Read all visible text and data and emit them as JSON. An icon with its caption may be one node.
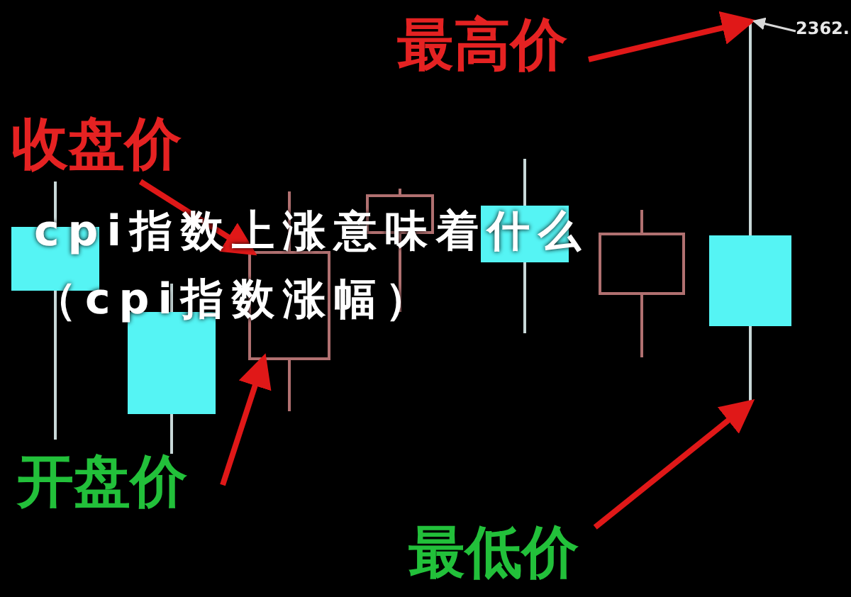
{
  "diagram": {
    "title": "cpi指数上涨意味着什么（cpi指数涨幅）",
    "nodes": [
      {
        "text": [
          "最高价"
        ]
      },
      {
        "text": [
          "收盘价"
        ]
      },
      {
        "text": [
          "开盘价"
        ]
      },
      {
        "text": [
          "最低价"
        ]
      },
      {
        "text": [
          "2362."
        ]
      },
      {
        "text": [],
        "shape": "box"
      },
      {
        "text": [],
        "shape": "box"
      },
      {
        "text": [],
        "shape": "box"
      },
      {
        "text": [],
        "shape": "box"
      },
      {
        "text": [],
        "shape": "box"
      },
      {
        "text": [],
        "shape": "box"
      },
      {
        "text": [],
        "shape": "box"
      }
    ],
    "edges": [
      {
        "from": 0,
        "to": 11,
        "arrow": "to"
      },
      {
        "from": 4,
        "to": 11,
        "arrow": "to",
        "color": "#d8d8d8"
      },
      {
        "from": 1,
        "to": 7,
        "arrow": "to"
      },
      {
        "from": 2,
        "to": 7,
        "arrow": "to"
      },
      {
        "from": 3,
        "to": 11,
        "arrow": "to"
      }
    ]
  }
}
